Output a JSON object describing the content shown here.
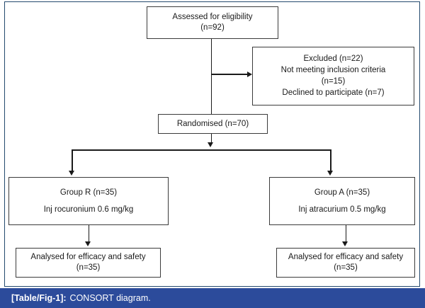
{
  "figure": {
    "caption_label": "[Table/Fig-1]:",
    "caption_text": "CONSORT diagram.",
    "caption_bar_color": "#2c4b9b",
    "frame_color": "#23496e",
    "box_border_color": "#3b3b3b"
  },
  "diagram": {
    "type": "consort-flow-diagram",
    "nodes": {
      "assessed": {
        "lines": [
          "Assessed for eligibility",
          "(n=92)"
        ],
        "line1": "Assessed for eligibility",
        "line2": "(n=92)"
      },
      "excluded": {
        "lines": [
          "Excluded (n=22)",
          "Not meeting inclusion criteria",
          "(n=15)",
          "Declined to participate (n=7)"
        ],
        "line1": "Excluded (n=22)",
        "line2": "Not meeting inclusion criteria",
        "line3": "(n=15)",
        "line4": "Declined to participate (n=7)"
      },
      "randomised": {
        "lines": [
          "Randomised (n=70)"
        ],
        "line1": "Randomised (n=70)"
      },
      "group_r": {
        "lines": [
          "Group R (n=35)",
          "Inj rocuronium 0.6 mg/kg"
        ],
        "line1": "Group R (n=35)",
        "line2": "Inj rocuronium 0.6 mg/kg"
      },
      "group_a": {
        "lines": [
          "Group A (n=35)",
          "Inj atracurium 0.5 mg/kg"
        ],
        "line1": "Group A (n=35)",
        "line2": "Inj atracurium 0.5 mg/kg"
      },
      "analysed_r": {
        "lines": [
          "Analysed for efficacy and safety",
          "(n=35)"
        ],
        "line1": "Analysed for efficacy and safety",
        "line2": "(n=35)"
      },
      "analysed_a": {
        "lines": [
          "Analysed for efficacy and safety",
          "(n=35)"
        ],
        "line1": "Analysed for efficacy and safety",
        "line2": "(n=35)"
      }
    }
  }
}
